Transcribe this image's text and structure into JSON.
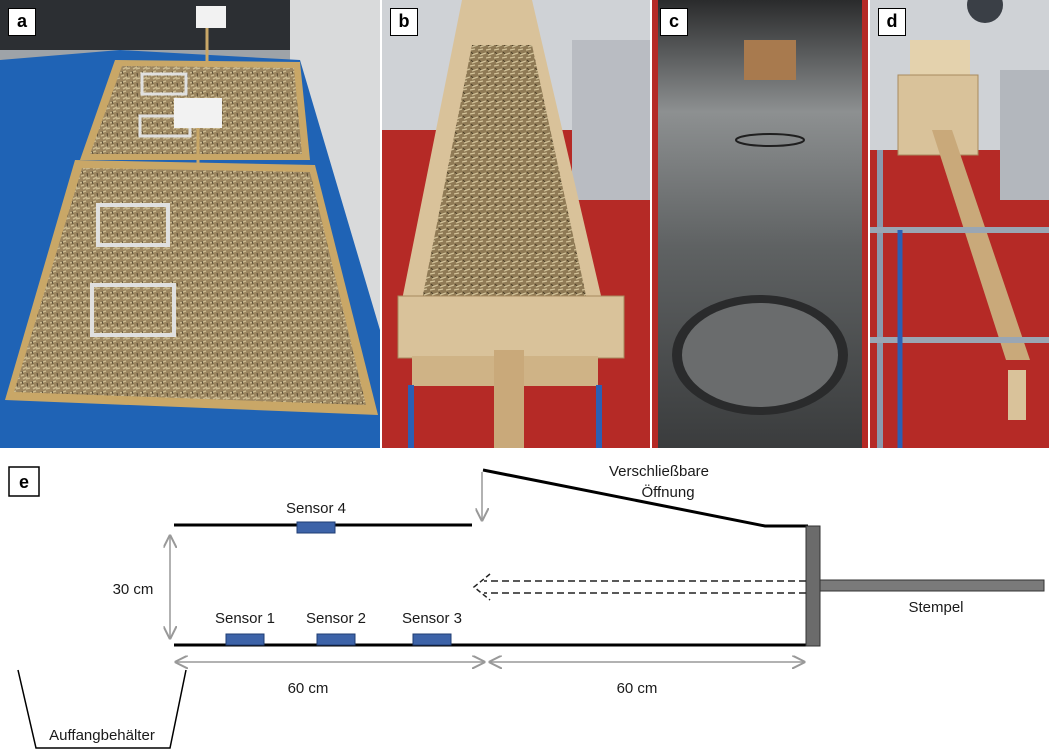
{
  "panels": {
    "a": "a",
    "b": "b",
    "c": "c",
    "d": "d",
    "e": "e"
  },
  "diagram": {
    "sensor1": "Sensor 1",
    "sensor2": "Sensor 2",
    "sensor3": "Sensor 3",
    "sensor4": "Sensor 4",
    "height_label": "30 cm",
    "length_left": "60 cm",
    "length_right": "60 cm",
    "opening_line1": "Verschließbare",
    "opening_line2": "Öffnung",
    "piston": "Stempel",
    "collector": "Auffangbehälter"
  },
  "colors": {
    "sensor_fill": "#3d63a8",
    "sensor_stroke": "#1f3d73",
    "plate": "#6b6b6b",
    "tarp": "#1f63b5",
    "floor_red": "#b52a26",
    "wood": "#d9c29a"
  }
}
